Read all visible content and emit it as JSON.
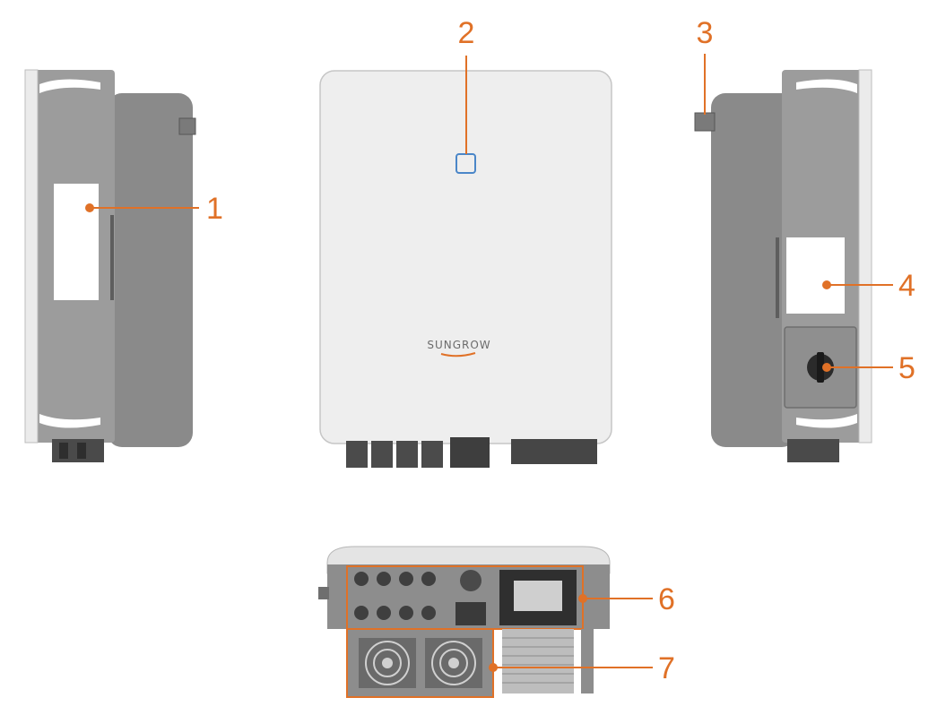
{
  "brand": "SUNGROW",
  "callout_color": "#e07127",
  "callouts": [
    {
      "id": 1,
      "label": "1",
      "points_to": "left-side-label"
    },
    {
      "id": 2,
      "label": "2",
      "points_to": "front-led-indicator"
    },
    {
      "id": 3,
      "label": "3",
      "points_to": "mounting-ear"
    },
    {
      "id": 4,
      "label": "4",
      "points_to": "right-side-label"
    },
    {
      "id": 5,
      "label": "5",
      "points_to": "dc-switch"
    },
    {
      "id": 6,
      "label": "6",
      "points_to": "connection-area"
    },
    {
      "id": 7,
      "label": "7",
      "points_to": "fan-area"
    }
  ]
}
